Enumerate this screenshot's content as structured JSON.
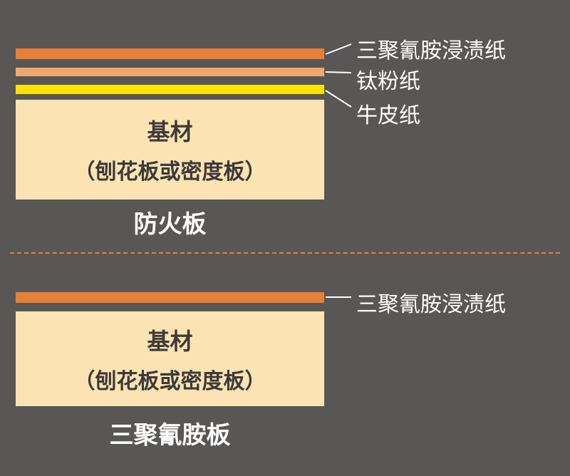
{
  "colors": {
    "background": "#595756",
    "orange": "#e87f38",
    "light_orange": "#f0a870",
    "yellow": "#ffe400",
    "cream": "#fbe3b3",
    "substrate_text": "#3e3a39",
    "label_text": "#ffffff",
    "divider": "#e87f38",
    "connector": "#ffffff"
  },
  "fireproof_board": {
    "layers": [
      {
        "label": "三聚氰胺浸渍纸",
        "color": "#e87f38"
      },
      {
        "label": "钛粉纸",
        "color": "#f0a870"
      },
      {
        "label": "牛皮纸",
        "color": "#ffe400"
      }
    ],
    "substrate_line1": "基材",
    "substrate_line2": "（刨花板或密度板）",
    "caption": "防火板"
  },
  "melamine_board": {
    "layers": [
      {
        "label": "三聚氰胺浸渍纸",
        "color": "#e87f38"
      }
    ],
    "substrate_line1": "基材",
    "substrate_line2": "（刨花板或密度板）",
    "caption": "三聚氰胺板"
  }
}
